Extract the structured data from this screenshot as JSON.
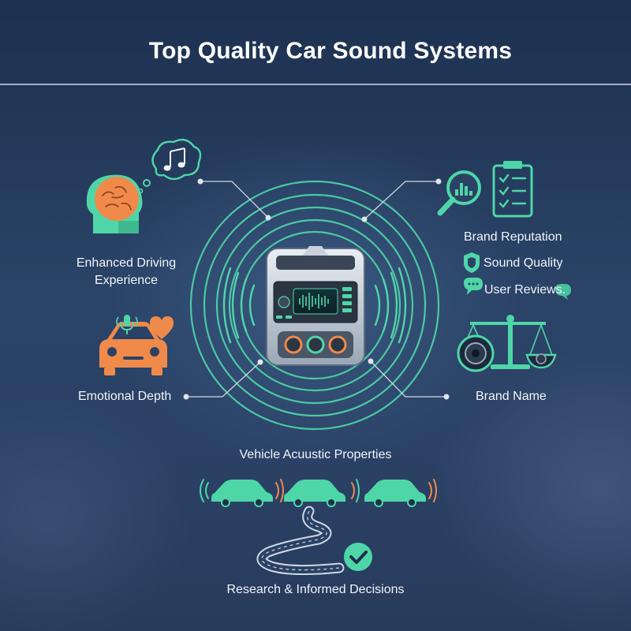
{
  "header": {
    "title": "Top Quality Car Sound Systems"
  },
  "nodes": {
    "enhanced_driving": {
      "line1": "Enhanced Driving",
      "line2": "Experience"
    },
    "emotional_depth": {
      "label": "Emotional Depth"
    },
    "brand_reputation": {
      "label": "Brand Reputation"
    },
    "sound_quality": {
      "label": "Sound Quality"
    },
    "user_reviews": {
      "label": "User Reviews."
    },
    "brand_name": {
      "label": "Brand Name"
    },
    "vehicle_acoustic": {
      "label": "Vehicle Acuustic Properties"
    },
    "research": {
      "label": "Research & Informed Decisions"
    }
  },
  "colors": {
    "teal": "#4fd6a8",
    "orange": "#f08a4b",
    "text": "#f1f4f9",
    "background": "#2a4366"
  },
  "icons": [
    "head-brain-icon",
    "music-thought-icon",
    "car-microphone-heart-icon",
    "magnifier-equalizer-icon",
    "checklist-clipboard-icon",
    "shield-icon",
    "chat-bubbles-icon",
    "speaker-scale-icon",
    "car-radio-icon",
    "winding-road-check-icon"
  ]
}
